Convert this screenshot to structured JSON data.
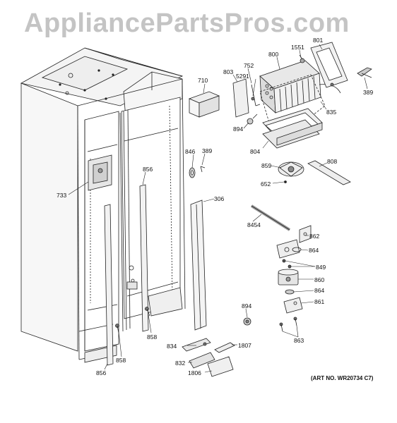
{
  "watermark": "AppliancePartsPros.com",
  "art_number": "(ART NO. WR20734 C7)",
  "callouts": {
    "c710": "710",
    "c803": "803",
    "c752": "752",
    "c5291": "5291",
    "c800": "800",
    "c1551": "1551",
    "c801": "801",
    "c389a": "389",
    "c835": "835",
    "c894a": "894",
    "c804": "804",
    "c846": "846",
    "c389b": "389",
    "c856a": "856",
    "c733": "733",
    "c306": "306",
    "c859": "859",
    "c808": "808",
    "c652": "652",
    "c8454": "8454",
    "c862": "862",
    "c864a": "864",
    "c849": "849",
    "c860": "860",
    "c864b": "864",
    "c861": "861",
    "c894b": "894",
    "c863": "863",
    "c858a": "858",
    "c858b": "858",
    "c856b": "856",
    "c834": "834",
    "c1807": "1807",
    "c832": "832",
    "c1806": "1806"
  }
}
